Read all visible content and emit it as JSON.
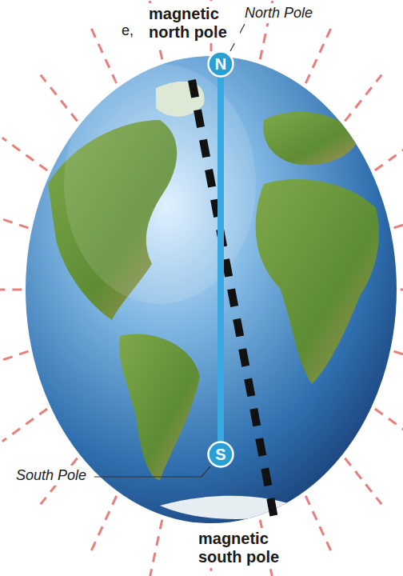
{
  "diagram": {
    "nodes": [
      {
        "text": [
          "N"
        ]
      },
      {
        "text": [
          "S"
        ]
      }
    ],
    "edges": [
      {
        "from": 0,
        "to": 1,
        "arrow": "none"
      }
    ],
    "labels": [
      "e,",
      "magnetic north pole",
      "North Pole",
      "South Pole",
      "magnetic south pole"
    ]
  }
}
